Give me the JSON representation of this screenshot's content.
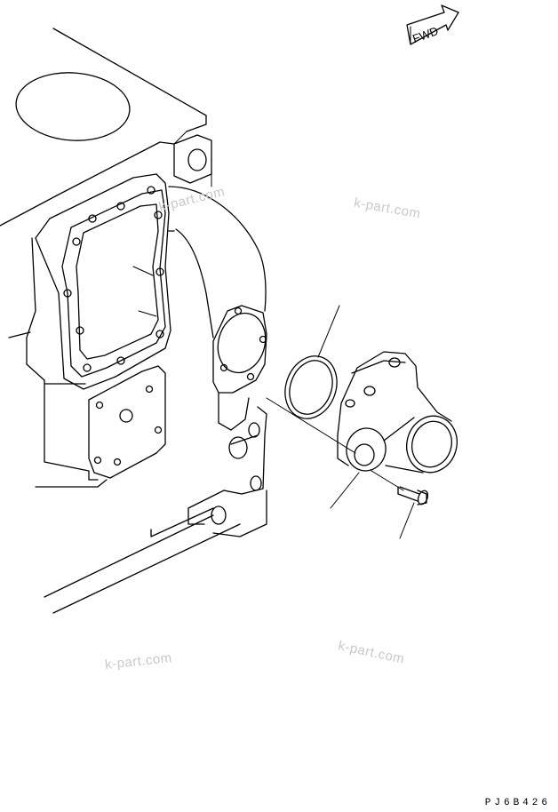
{
  "fwd_label": "FWD",
  "watermarks": [
    "k-part.com",
    "k-part.com",
    "k-part.com",
    "k-part.com"
  ],
  "drawing_code": "PJ6B426",
  "icons": {
    "direction": "fwd-arrow-icon"
  }
}
